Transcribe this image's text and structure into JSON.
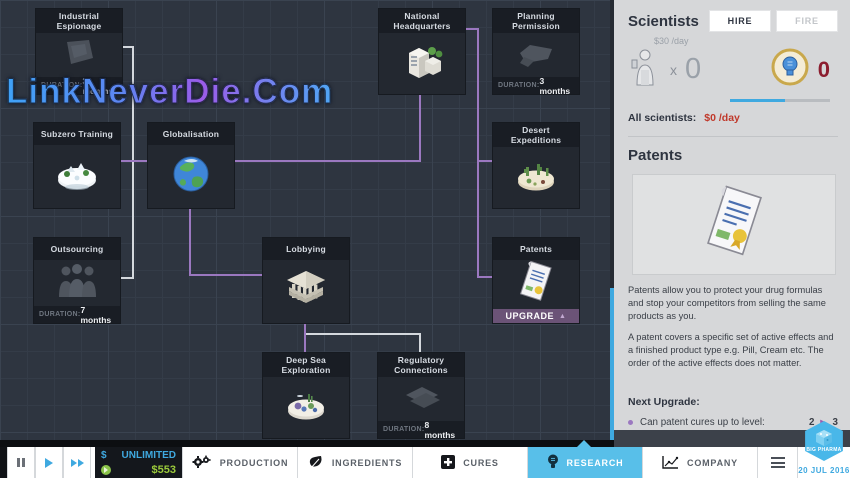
{
  "watermark": "LinkNeverDie.Com",
  "tree": {
    "duration_label": "DURATION:",
    "nodes": [
      {
        "title": "Industrial Espionage",
        "duration": "3 months",
        "icon": "spy-icon"
      },
      {
        "title": "National Headquarters",
        "icon": "headquarters-icon"
      },
      {
        "title": "Planning Permission",
        "duration": "3 months",
        "icon": "stamp-icon"
      },
      {
        "title": "Subzero Training",
        "icon": "ice-island-icon"
      },
      {
        "title": "Globalisation",
        "icon": "globe-icon"
      },
      {
        "title": "Desert Expeditions",
        "icon": "desert-island-icon"
      },
      {
        "title": "Outsourcing",
        "duration": "7 months",
        "icon": "people-icon"
      },
      {
        "title": "Lobbying",
        "icon": "government-building-icon"
      },
      {
        "title": "Patents",
        "upgrade_label": "UPGRADE",
        "upgrade_arrow": "▲",
        "icon": "patent-document-icon"
      },
      {
        "title": "Deep Sea Exploration",
        "icon": "reef-island-icon"
      },
      {
        "title": "Regulatory Connections",
        "duration": "8 months",
        "icon": "documents-icon"
      }
    ]
  },
  "sidebar": {
    "scientists": {
      "title": "Scientists",
      "hire_label": "HIRE",
      "fire_label": "FIRE",
      "rate": "$30 /day",
      "times_symbol": "x",
      "count": "0",
      "idea_count": "0",
      "all_label": "All scientists:",
      "all_value": "$0 /day"
    },
    "patents": {
      "title": "Patents",
      "desc1": "Patents allow you to protect your drug formulas and stop your competitors from selling the same products as you.",
      "desc2": "A patent covers a specific set of active effects and a finished product type e.g. Pill, Cream etc. The order of the active effects does not matter.",
      "next_upgrade_label": "Next Upgrade:",
      "upgrade_item": "Can patent cures up to level:",
      "level_from": "2",
      "level_arrow": "▶",
      "level_to": "3"
    }
  },
  "bottombar": {
    "money": {
      "symbol": "$",
      "top_value": "UNLIMITED",
      "bottom_value": "$553"
    },
    "tabs": [
      {
        "label": "PRODUCTION"
      },
      {
        "label": "INGREDIENTS"
      },
      {
        "label": "CURES"
      },
      {
        "label": "RESEARCH",
        "active": true
      },
      {
        "label": "COMPANY"
      }
    ],
    "date": "20 JUL 2016",
    "brand": "BIG PHARMA"
  },
  "colors": {
    "accent_blue": "#58bfe9",
    "line_purple": "#9b78c0",
    "line_white": "#d4d8dd",
    "money_green": "#9ccb3b",
    "cost_red": "#c0392b",
    "map_bg": "#2e3540"
  }
}
